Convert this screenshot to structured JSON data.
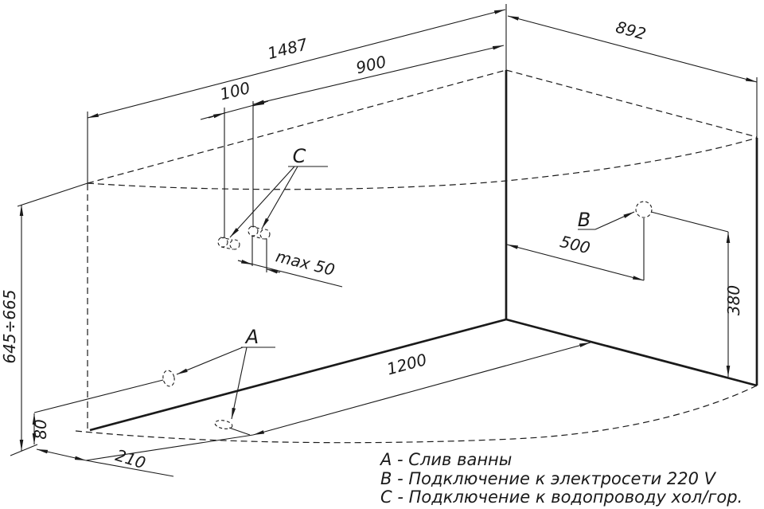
{
  "drawing": {
    "type": "bathtub-installation-diagram",
    "language": "ru"
  },
  "dimensions": {
    "d1487": "1487",
    "d900": "900",
    "d100": "100",
    "d892": "892",
    "dmax50": "max 50",
    "d645_665": "645÷665",
    "d80": "80",
    "d210": "210",
    "d1200": "1200",
    "d500": "500",
    "d380": "380"
  },
  "callouts": {
    "a": "A",
    "b": "B",
    "c": "C"
  },
  "legend": {
    "items": [
      {
        "key": "A",
        "text": "A - Слив ванны"
      },
      {
        "key": "B",
        "text": "B - Подключение к электросети 220 V"
      },
      {
        "key": "C",
        "text": "C - Подключение к водопроводу хол/гор."
      }
    ]
  },
  "colors": {
    "ink": "#1a1a1a",
    "background": "#ffffff"
  }
}
